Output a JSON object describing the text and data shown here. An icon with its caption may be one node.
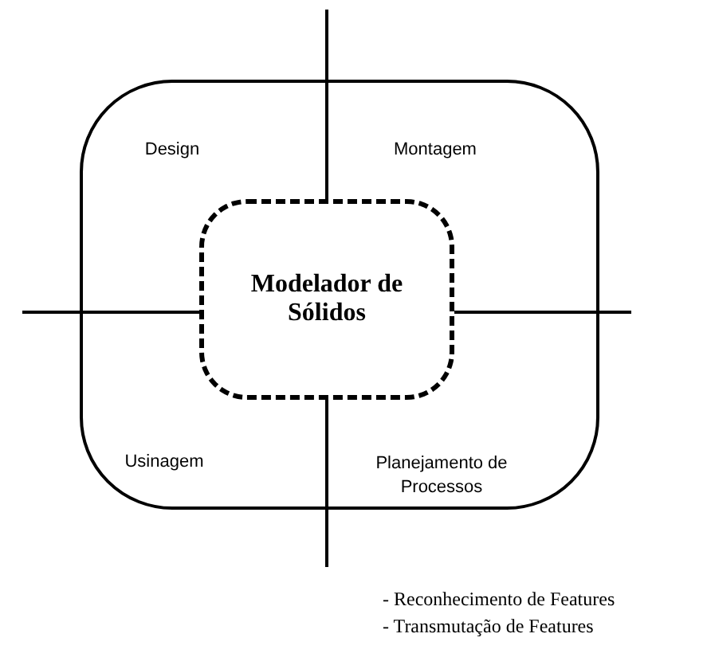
{
  "diagram": {
    "nodes": [
      {
        "text": [],
        "shape": "box"
      },
      {
        "text": [
          "Modelador de Sólidos"
        ],
        "in": 0
      }
    ],
    "edges": [
      {
        "from": 1,
        "to": null,
        "arrow": "none"
      },
      {
        "from": 1,
        "to": null,
        "arrow": "none"
      },
      {
        "from": 1,
        "to": null,
        "arrow": "none"
      },
      {
        "from": 1,
        "to": null,
        "arrow": "none"
      }
    ],
    "labels": [
      "Design",
      "Montagem",
      "Usinagem",
      "Planejamento de Processos",
      "- Reconhecimento de Features",
      "- Transmutação de Features"
    ]
  }
}
